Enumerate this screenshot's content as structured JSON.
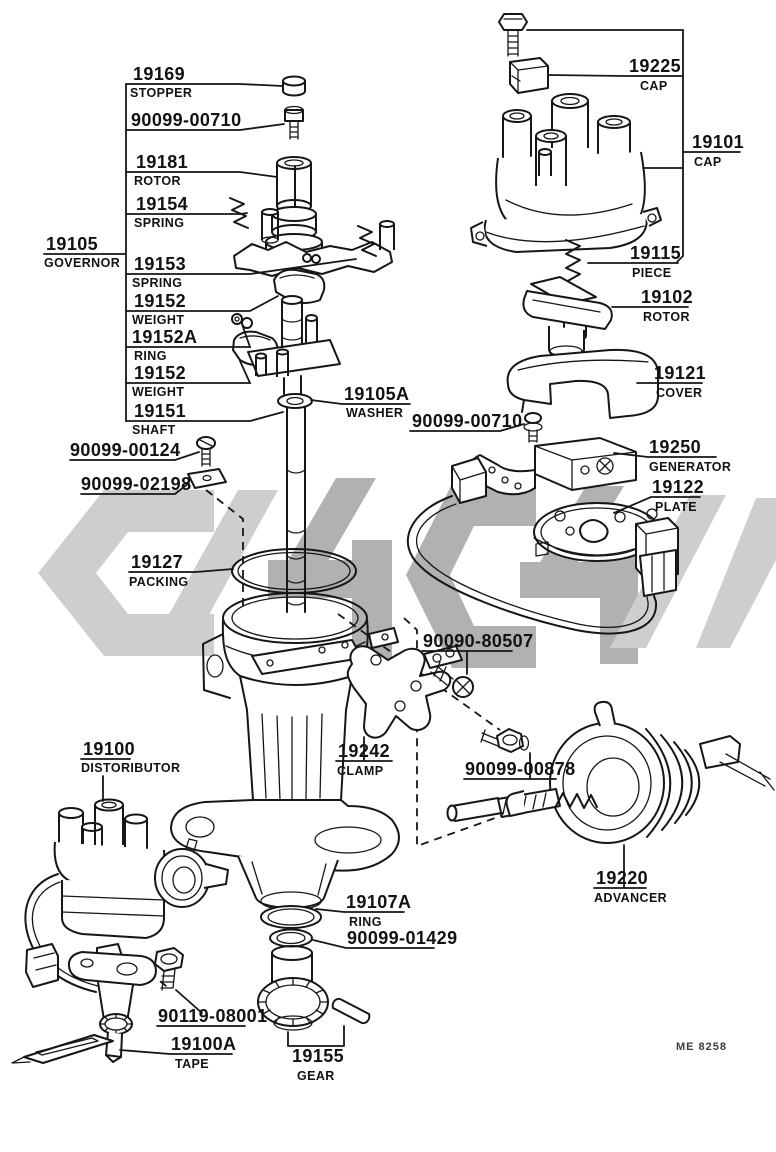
{
  "figure": {
    "code": "ME 8258"
  },
  "watermark": {
    "light": "#c9c9c9",
    "dark": "#a9a9a9"
  },
  "labels": [
    {
      "number": "19169",
      "name": "STOPPER"
    },
    {
      "number": "90099-00710",
      "name": ""
    },
    {
      "number": "19181",
      "name": "ROTOR"
    },
    {
      "number": "19154",
      "name": "SPRING"
    },
    {
      "number": "19105",
      "name": "GOVERNOR"
    },
    {
      "number": "19153",
      "name": "SPRING"
    },
    {
      "number": "19152",
      "name": "WEIGHT"
    },
    {
      "number": "19152A",
      "name": "RING"
    },
    {
      "number": "19152",
      "name": "WEIGHT"
    },
    {
      "number": "19151",
      "name": "SHAFT"
    },
    {
      "number": "19105A",
      "name": "WASHER"
    },
    {
      "number": "90099-00124",
      "name": ""
    },
    {
      "number": "90099-02198",
      "name": ""
    },
    {
      "number": "19127",
      "name": "PACKING"
    },
    {
      "number": "19225",
      "name": "CAP"
    },
    {
      "number": "19101",
      "name": "CAP"
    },
    {
      "number": "19115",
      "name": "PIECE"
    },
    {
      "number": "19102",
      "name": "ROTOR"
    },
    {
      "number": "19121",
      "name": "COVER"
    },
    {
      "number": "90099-00710",
      "name": ""
    },
    {
      "number": "19250",
      "name": "GENERATOR"
    },
    {
      "number": "19122",
      "name": "PLATE"
    },
    {
      "number": "90090-80507",
      "name": ""
    },
    {
      "number": "19242",
      "name": "CLAMP"
    },
    {
      "number": "90099-00878",
      "name": ""
    },
    {
      "number": "19220",
      "name": "ADVANCER"
    },
    {
      "number": "19100",
      "name": "DISTORIBUTOR"
    },
    {
      "number": "19107A",
      "name": "RING"
    },
    {
      "number": "90099-01429",
      "name": ""
    },
    {
      "number": "90119-08001",
      "name": ""
    },
    {
      "number": "19100A",
      "name": "TAPE"
    },
    {
      "number": "19155",
      "name": "GEAR"
    }
  ]
}
